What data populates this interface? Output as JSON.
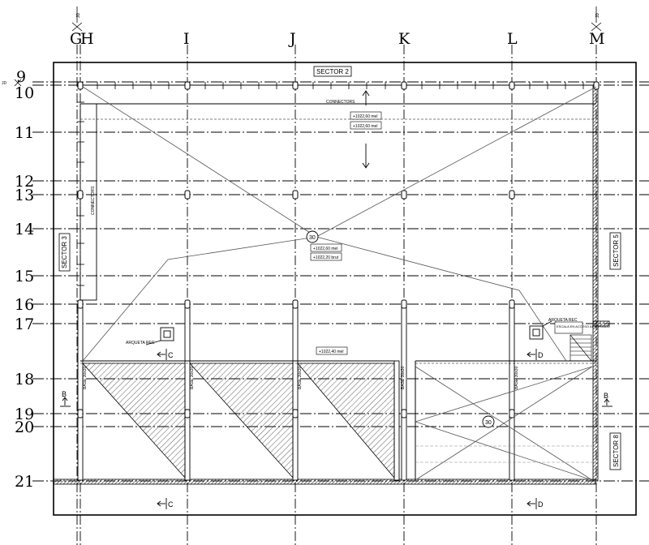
{
  "grid": {
    "columns": [
      "G",
      "H",
      "I",
      "J",
      "K",
      "L",
      "M"
    ],
    "rows": [
      "9",
      "10",
      "11",
      "12",
      "13",
      "14",
      "15",
      "16",
      "17",
      "18",
      "19",
      "20",
      "21"
    ],
    "col_marker": "JD",
    "row_marker": "JD"
  },
  "sectors": {
    "top": "SECTOR 2",
    "left": "SECTOR 3",
    "right_upper": "SECTOR 5",
    "right_lower": "SECTOR 8"
  },
  "annotations": {
    "connectors_top": "CONNECTORS",
    "connectors_left": "CONNECTORS",
    "level_top_1": "+1022,60 mel",
    "level_top_2": "+1022,60 mel",
    "level_center_1": "+1022,60 mel",
    "level_center_2": "+1022,20 brut",
    "level_mid": "+1022,40 mel",
    "slope_center": "30",
    "slope_right": "30",
    "arqueta_left": "ARQUETA REC",
    "arqueta_right": "ARQUETA REC",
    "stair_note": "ESCALA EN ACCESO AL FORJADO",
    "pillar_tag": "BASE 30x30"
  },
  "sections": {
    "c": "C",
    "d": "D",
    "b": "B"
  }
}
